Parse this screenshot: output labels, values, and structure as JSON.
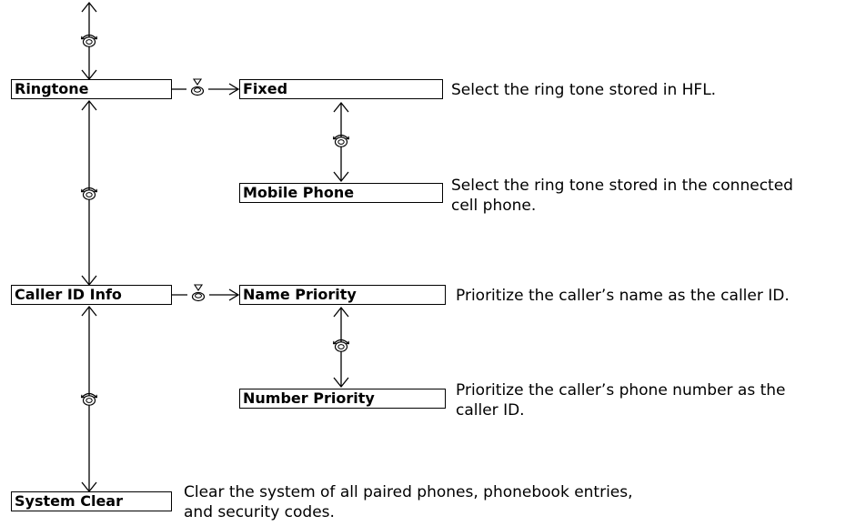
{
  "menu": {
    "ringtone": "Ringtone",
    "caller_id_info": "Caller ID Info",
    "system_clear": "System Clear"
  },
  "ringtone_options": {
    "fixed": "Fixed",
    "mobile_phone": "Mobile Phone"
  },
  "caller_id_options": {
    "name_priority": "Name Priority",
    "number_priority": "Number Priority"
  },
  "descriptions": {
    "fixed": "Select the ring tone stored in HFL.",
    "mobile_phone_line1": "Select the ring tone stored in the connected",
    "mobile_phone_line2": "cell phone.",
    "name_priority": "Prioritize the caller’s name as the caller ID.",
    "number_priority_line1": "Prioritize the caller’s phone number as the",
    "number_priority_line2": "caller ID.",
    "system_clear_line1": "Clear the system of all paired phones, phonebook entries,",
    "system_clear_line2": "and security codes."
  },
  "icons": {
    "rotate": "rotate-knob-icon",
    "press": "press-knob-icon"
  }
}
